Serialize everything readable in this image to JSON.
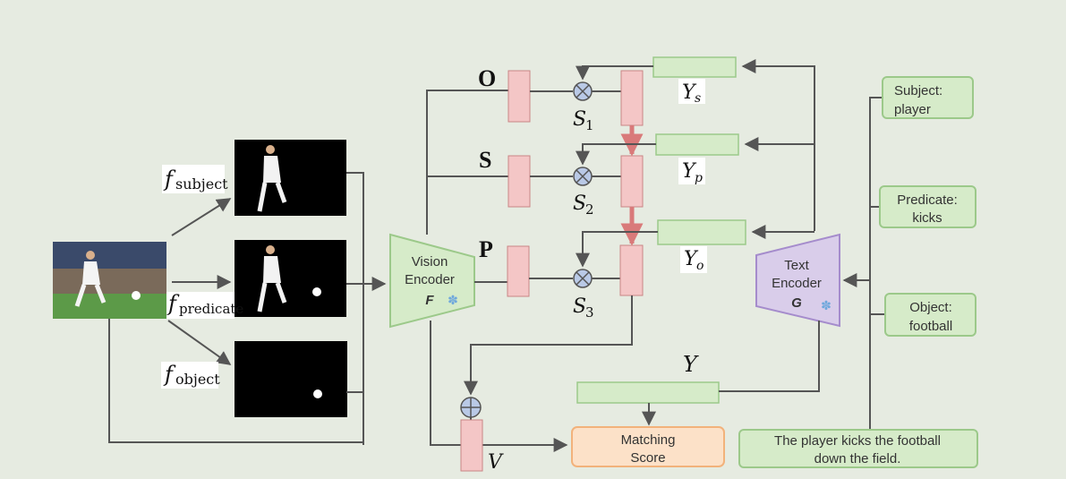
{
  "branches": {
    "f_main": "f",
    "subject_sub": "subject",
    "predicate_sub": "predicate",
    "object_sub": "object"
  },
  "vision_encoder": {
    "line1": "Vision",
    "line2": "Encoder",
    "symbol": "F",
    "frozen_icon": "snowflake-icon"
  },
  "text_encoder": {
    "line1": "Text",
    "line2": "Encoder",
    "symbol": "G",
    "frozen_icon": "snowflake-icon"
  },
  "features": {
    "O": "O",
    "S": "S",
    "P": "P"
  },
  "similarity": [
    {
      "main": "S",
      "sub": "1"
    },
    {
      "main": "S",
      "sub": "2"
    },
    {
      "main": "S",
      "sub": "3"
    }
  ],
  "text_features": [
    {
      "main": "Y",
      "sub": "s"
    },
    {
      "main": "Y",
      "sub": "p"
    },
    {
      "main": "Y",
      "sub": "o"
    }
  ],
  "global_text": "Y",
  "global_visual": "V",
  "matching": {
    "line1": "Matching",
    "line2": "Score"
  },
  "prompts": [
    {
      "line1": "Subject:",
      "line2": "player"
    },
    {
      "line1": "Predicate:",
      "line2": "kicks"
    },
    {
      "line1": "Object:",
      "line2": "football"
    }
  ],
  "caption": {
    "line1": "The player kicks the football",
    "line2": "down the field."
  },
  "colors": {
    "background": "#e6ebe1",
    "pink": "#f4c6c6",
    "pink_border": "#c98585",
    "green": "#d6ebc9",
    "green_border": "#9cc98a",
    "purple": "#d9cdea",
    "purple_border": "#a58ccc",
    "orange": "#fce1c8",
    "orange_border": "#f2b27b",
    "frozen": "#6fa8dc"
  }
}
